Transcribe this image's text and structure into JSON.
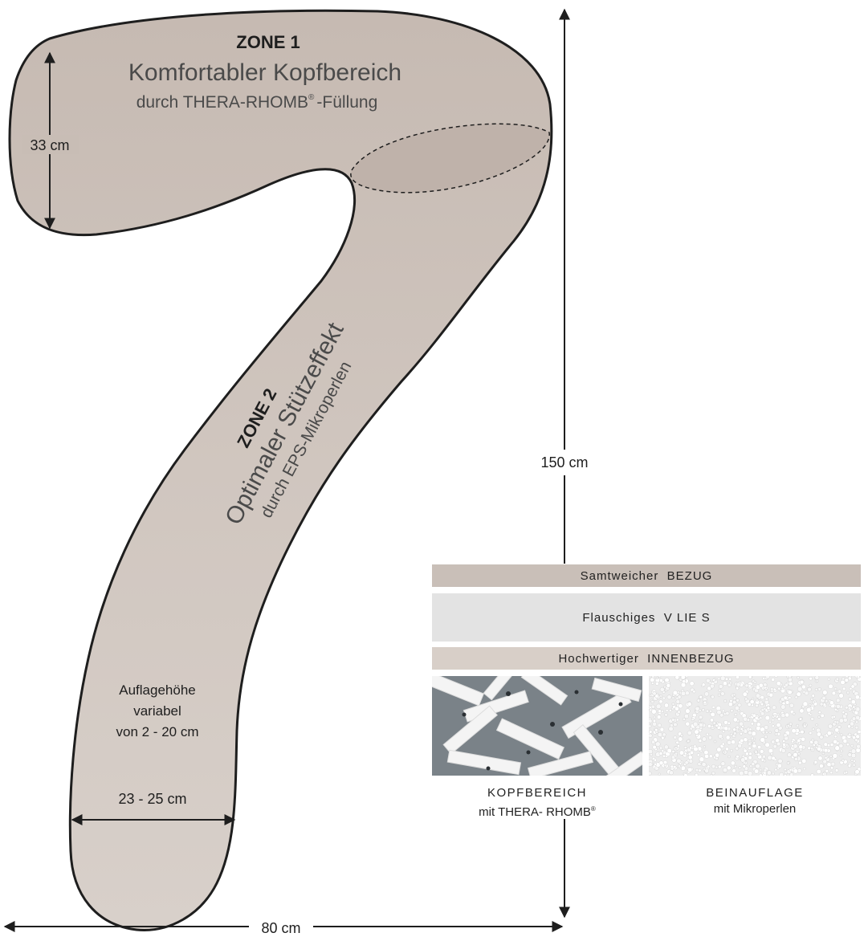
{
  "zone1": {
    "title": "ZONE 1",
    "subtitle": "Komfortabler Kopfbereich",
    "detail": "durch THERA-RHOMB",
    "detail_mark": "®",
    "detail_suffix": "-Füllung"
  },
  "zone2": {
    "title": "ZONE 2",
    "subtitle": "Optimaler Stützeffekt",
    "detail": "durch EPS-Mikroperlen"
  },
  "dimensions": {
    "head_height": "33 cm",
    "total_height": "150 cm",
    "total_width": "80 cm",
    "leg_width": "23 - 25 cm"
  },
  "height_note": {
    "line1": "Auflagehöhe",
    "line2": "variabel",
    "line3": "von 2 - 20 cm"
  },
  "layers": {
    "bezug": "Samtweicher  BEZUG",
    "vlies": "Flauschiges  V LIE S",
    "innenbezug": "Hochwertiger  INNENBEZUG"
  },
  "samples": {
    "kopf_line1": "KOPFBEREICH",
    "kopf_line2": "mit THERA- RHOMB",
    "kopf_mark": "®",
    "bein_line1": "BEINAUFLAGE",
    "bein_line2": "mit Mikroperlen"
  },
  "colors": {
    "pillow_fill": "#cdc2bb",
    "zone_fill": "#c5b9b1",
    "outline": "#1e1e1e",
    "layer_bezug": "#c9bfb8",
    "layer_vlies": "#e3e3e3",
    "layer_innen": "#d8cfc8"
  }
}
